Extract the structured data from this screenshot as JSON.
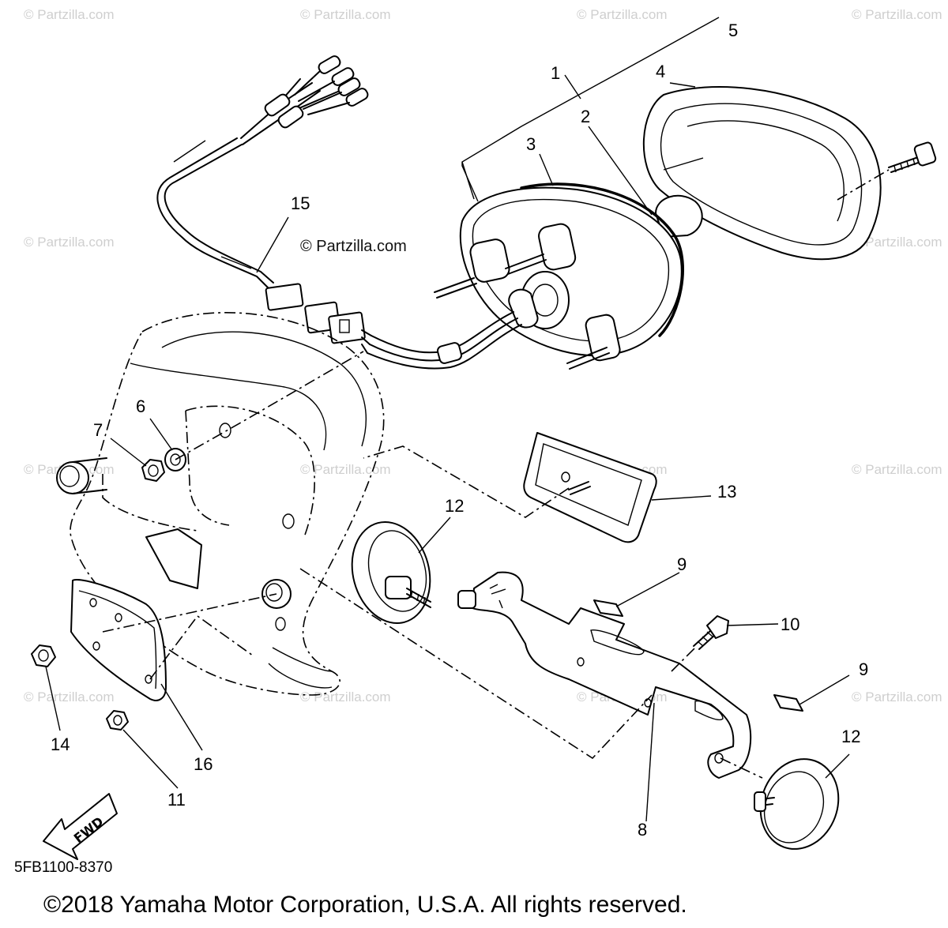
{
  "watermarks": {
    "small": "© Partzilla.com",
    "center": "© Partzilla.com"
  },
  "callouts": {
    "c1": "1",
    "c2": "2",
    "c3": "3",
    "c4": "4",
    "c5": "5",
    "c6": "6",
    "c7": "7",
    "c8": "8",
    "c9a": "9",
    "c9b": "9",
    "c10": "10",
    "c11": "11",
    "c12a": "12",
    "c12b": "12",
    "c13": "13",
    "c14": "14",
    "c15": "15",
    "c16": "16"
  },
  "labels": {
    "fwd_arrow": "FWD",
    "diagram_code": "5FB1100-8370",
    "copyright": "©2018  Yamaha Motor Corporation, U.S.A. All rights reserved."
  }
}
